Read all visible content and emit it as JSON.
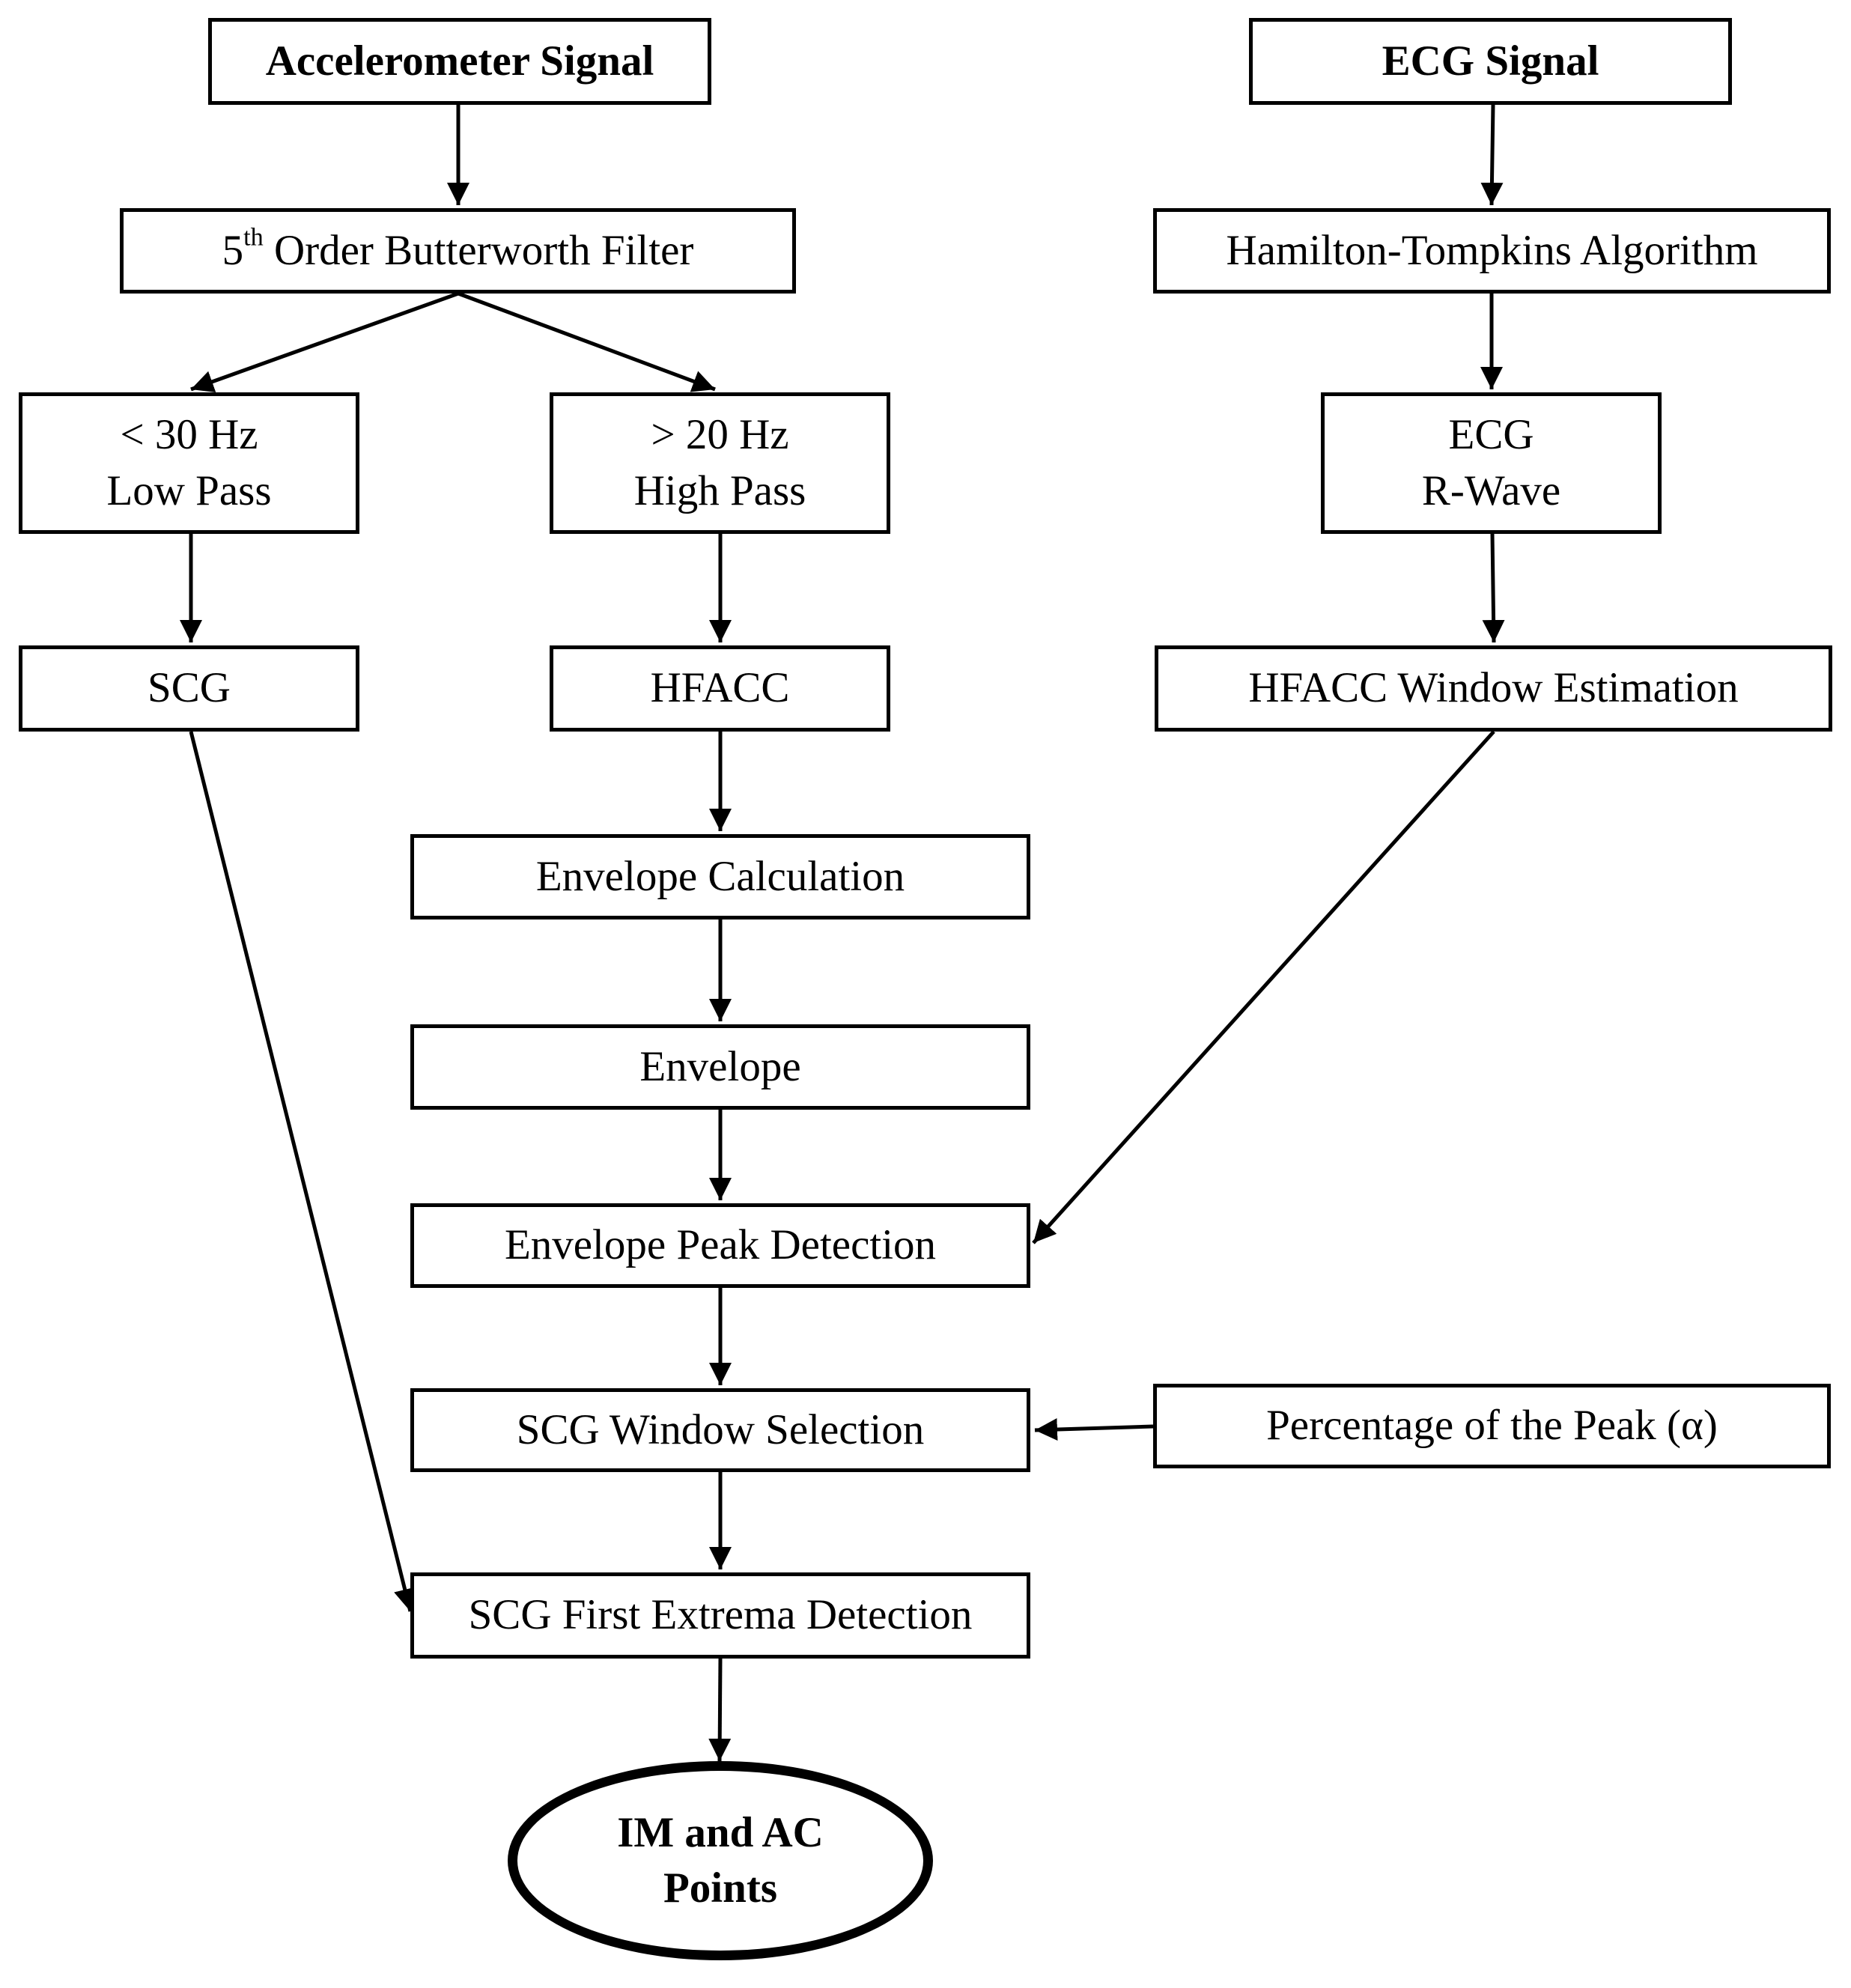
{
  "nodes": {
    "accelerometer_signal": "Accelerometer Signal",
    "ecg_signal": "ECG Signal",
    "butterworth": {
      "order": "5",
      "order_suffix": "th",
      "rest": " Order Butterworth Filter"
    },
    "hamilton_tompkins": "Hamilton-Tompkins Algorithm",
    "low_pass": {
      "line1": "< 30 Hz",
      "line2": "Low Pass"
    },
    "high_pass": {
      "line1": "> 20 Hz",
      "line2": "High Pass"
    },
    "ecg_rwave": {
      "line1": "ECG",
      "line2": "R-Wave"
    },
    "scg": "SCG",
    "hfacc": "HFACC",
    "hfacc_window": "HFACC Window Estimation",
    "envelope_calc": "Envelope Calculation",
    "envelope": "Envelope",
    "envelope_peak": "Envelope Peak Detection",
    "scg_window": "SCG Window Selection",
    "percentage_peak": "Percentage of the Peak (α)",
    "scg_first_extrema": "SCG First Extrema Detection",
    "output": {
      "line1": "IM and AC",
      "line2": "Points"
    }
  }
}
